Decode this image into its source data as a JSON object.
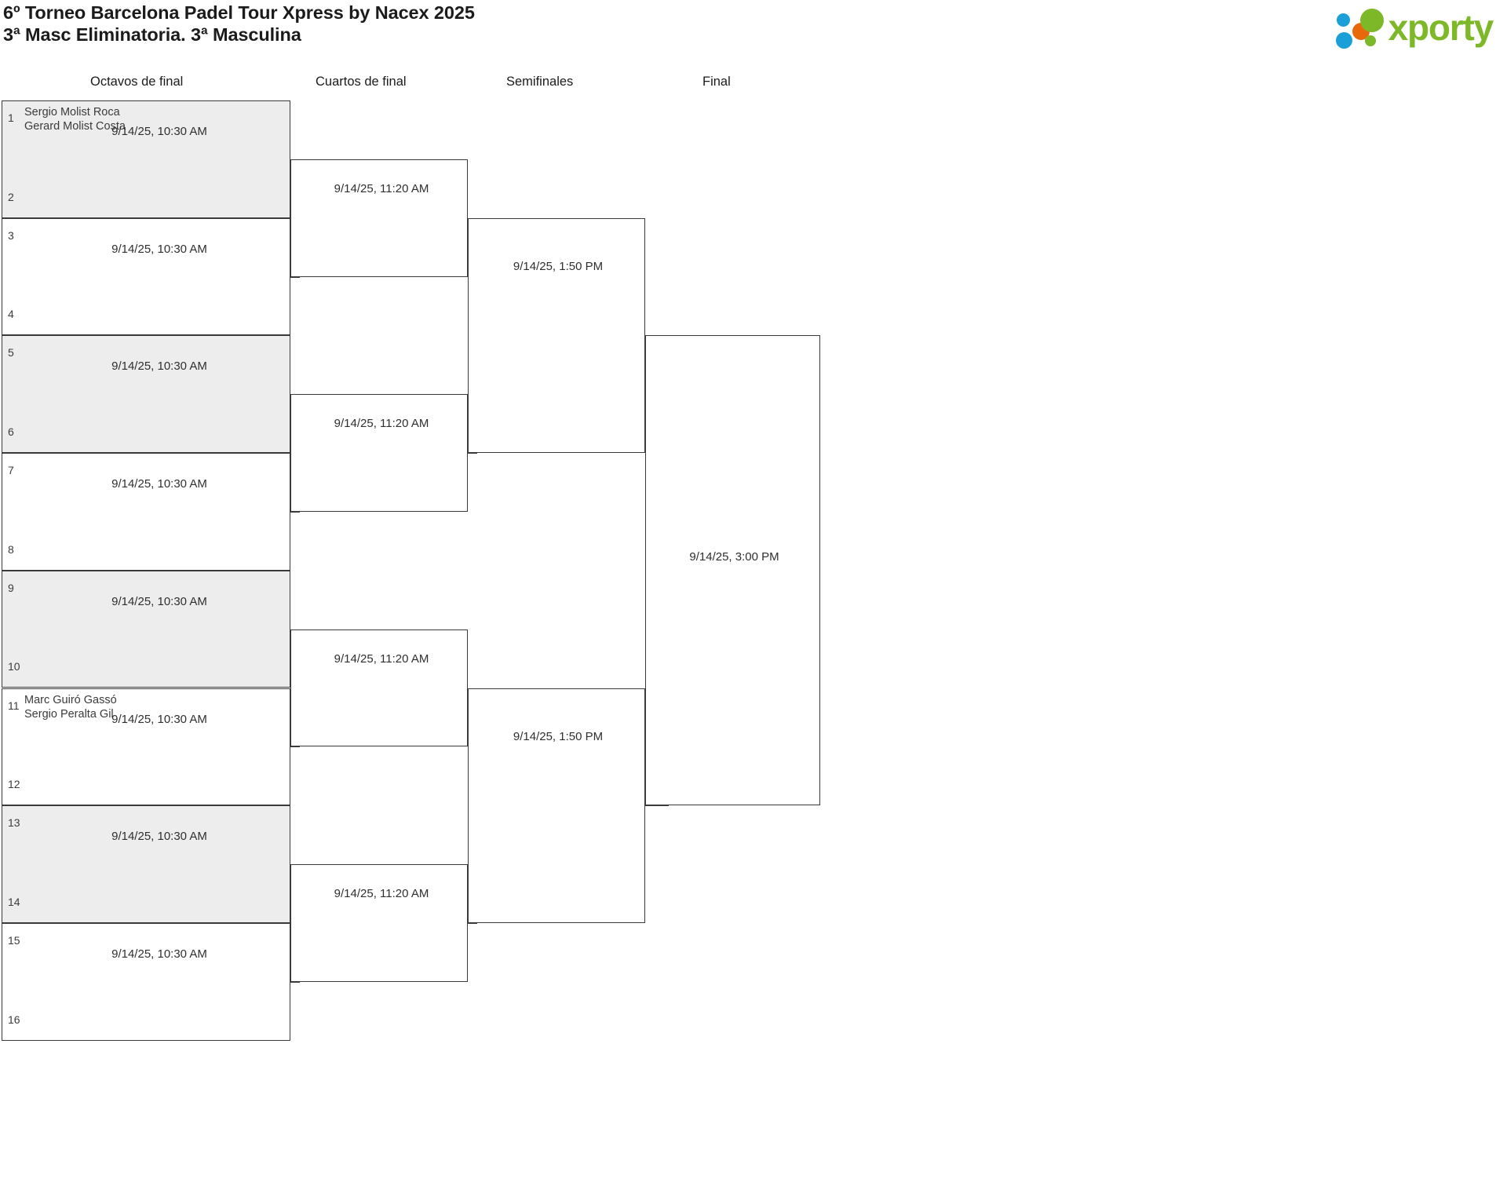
{
  "header": {
    "title_line1": "6º Torneo Barcelona Padel Tour Xpress by Nacex 2025",
    "title_line2": "3ª Masc Eliminatoria. 3ª Masculina",
    "logo_word": "xporty",
    "logo_colors": {
      "green": "#7cb828",
      "blue": "#1b9fd8",
      "orange": "#e8690b",
      "text_green": "#7cb828"
    }
  },
  "bracket": {
    "colors": {
      "border": "#3a3a3a",
      "shaded_row": "#ededed",
      "text": "#3b3b3b"
    },
    "round_headers": [
      {
        "label": "Octavos de final"
      },
      {
        "label": "Cuartos de final"
      },
      {
        "label": "Semifinales"
      },
      {
        "label": "Final"
      }
    ],
    "rounds": [
      {
        "name": "Octavos de final",
        "matches": [
          {
            "shaded": true,
            "date": "9/14/25, 10:30 AM",
            "top_seed": "1",
            "bottom_seed": "2",
            "top_players": [
              "Sergio Molist Roca",
              "Gerard Molist Costa"
            ],
            "bottom_players": []
          },
          {
            "shaded": false,
            "date": "9/14/25, 10:30 AM",
            "top_seed": "3",
            "bottom_seed": "4",
            "top_players": [],
            "bottom_players": []
          },
          {
            "shaded": true,
            "date": "9/14/25, 10:30 AM",
            "top_seed": "5",
            "bottom_seed": "6",
            "top_players": [],
            "bottom_players": []
          },
          {
            "shaded": false,
            "date": "9/14/25, 10:30 AM",
            "top_seed": "7",
            "bottom_seed": "8",
            "top_players": [],
            "bottom_players": []
          },
          {
            "shaded": true,
            "date": "9/14/25, 10:30 AM",
            "top_seed": "9",
            "bottom_seed": "10",
            "top_players": [],
            "bottom_players": []
          },
          {
            "shaded": false,
            "date": "9/14/25, 10:30 AM",
            "top_seed": "11",
            "bottom_seed": "12",
            "top_players": [
              "Marc Guiró Gassó",
              "Sergio Peralta Gil"
            ],
            "bottom_players": []
          },
          {
            "shaded": true,
            "date": "9/14/25, 10:30 AM",
            "top_seed": "13",
            "bottom_seed": "14",
            "top_players": [],
            "bottom_players": []
          },
          {
            "shaded": false,
            "date": "9/14/25, 10:30 AM",
            "top_seed": "15",
            "bottom_seed": "16",
            "top_players": [],
            "bottom_players": []
          }
        ]
      },
      {
        "name": "Cuartos de final",
        "matches": [
          {
            "date": "9/14/25, 11:20 AM"
          },
          {
            "date": "9/14/25, 11:20 AM"
          },
          {
            "date": "9/14/25, 11:20 AM"
          },
          {
            "date": "9/14/25, 11:20 AM"
          }
        ]
      },
      {
        "name": "Semifinales",
        "matches": [
          {
            "date": "9/14/25, 1:50 PM"
          },
          {
            "date": "9/14/25, 1:50 PM"
          }
        ]
      },
      {
        "name": "Final",
        "matches": [
          {
            "date": "9/14/25, 3:00 PM"
          }
        ]
      }
    ]
  }
}
